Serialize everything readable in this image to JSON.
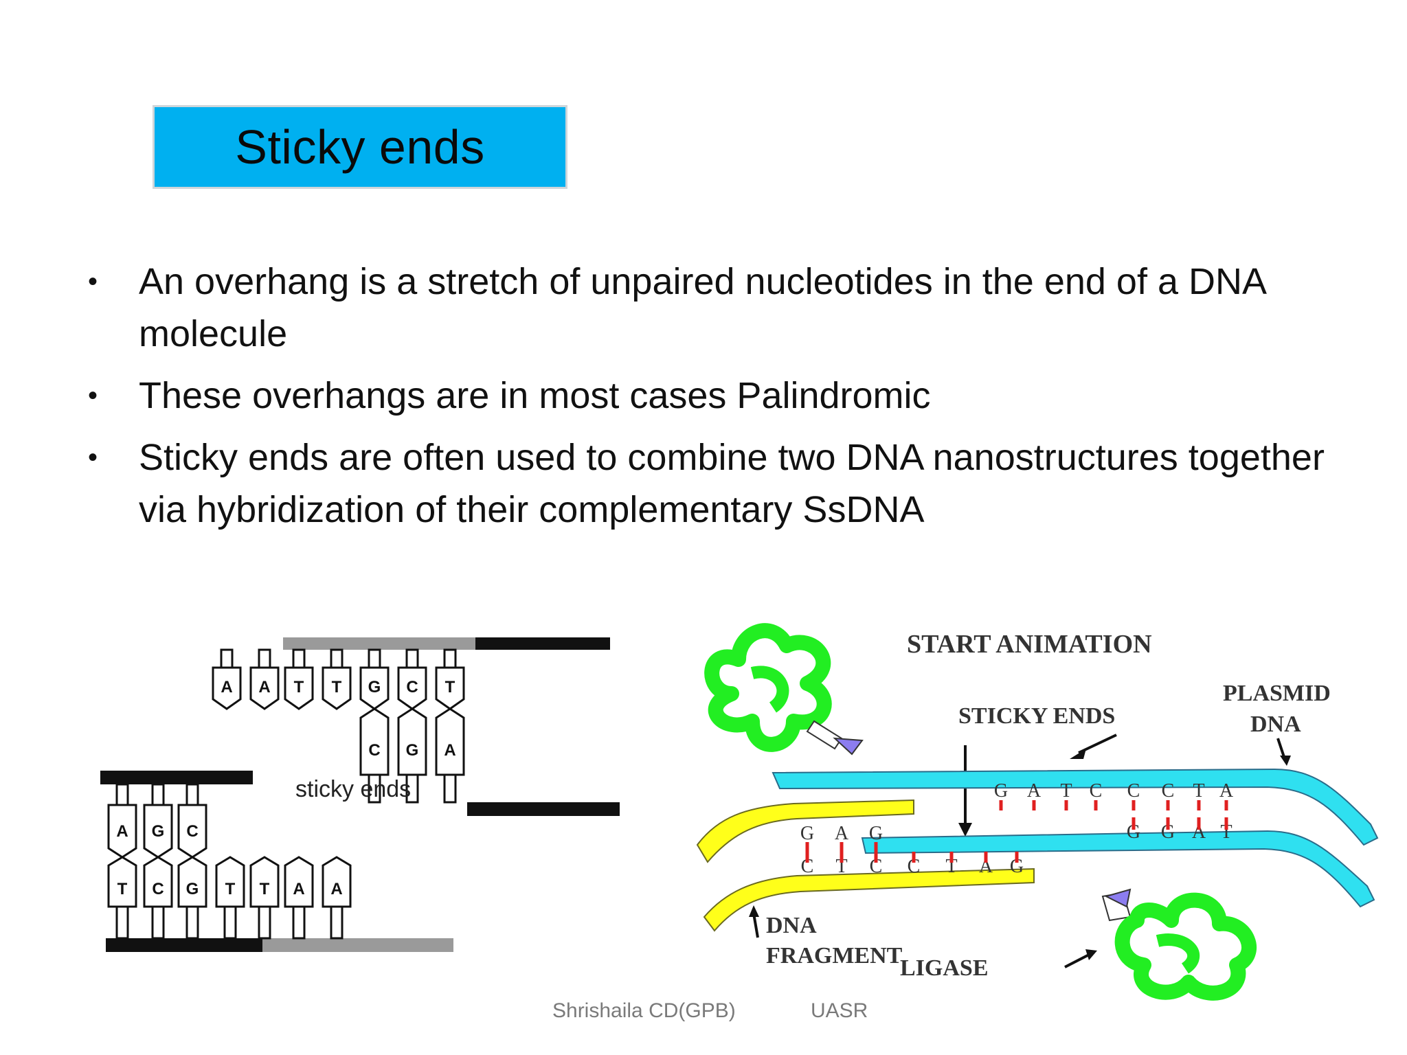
{
  "slide": {
    "title": "Sticky ends",
    "bullets": [
      "An overhang is a stretch of unpaired nucleotides in the end of a DNA molecule",
      "These overhangs are in most cases Palindromic",
      "Sticky ends are often used to combine two DNA nanostructures together via hybridization of their complementary SsDNA"
    ],
    "bullet_symbol": "•"
  },
  "left_diagram": {
    "label": "sticky ends",
    "top_strand_bases": [
      "A",
      "A",
      "T",
      "T",
      "G",
      "C",
      "T"
    ],
    "top_paired_bases": [
      "C",
      "G",
      "A"
    ],
    "bottom_paired_top": [
      "A",
      "G",
      "C"
    ],
    "bottom_strand_bases": [
      "T",
      "C",
      "G",
      "T",
      "T",
      "A",
      "A"
    ]
  },
  "right_diagram": {
    "start_animation": "START ANIMATION",
    "sticky_ends": "STICKY ENDS",
    "plasmid_line1": "PLASMID",
    "plasmid_line2": "DNA",
    "dna_fragment_line1": "DNA",
    "dna_fragment_line2": "FRAGMENT",
    "ligase": "LIGASE",
    "plasmid_top_bases": [
      "G",
      "A",
      "T",
      "C",
      "C",
      "C",
      "T",
      "A"
    ],
    "plasmid_bottom_bases": [
      "G",
      "G",
      "A",
      "T"
    ],
    "fragment_top_bases": [
      "G",
      "A",
      "G"
    ],
    "fragment_bottom_bases": [
      "C",
      "T",
      "C",
      "C",
      "T",
      "A",
      "G"
    ],
    "colors": {
      "plasmid": "#2fe0f0",
      "fragment": "#ffff1a",
      "enzyme": "#22ee22",
      "base_pair": "#e02020"
    }
  },
  "footer": {
    "author": "Shrishaila CD(GPB)",
    "institution": "UASR"
  }
}
